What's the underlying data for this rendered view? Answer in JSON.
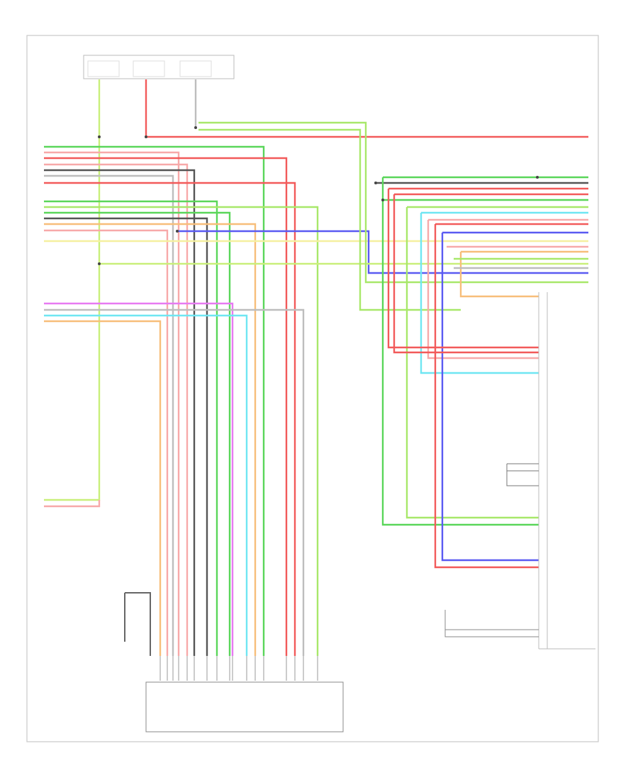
{
  "diagram": {
    "page_label": "",
    "connectors": [
      {
        "name": "top-fuse-left",
        "label": ""
      },
      {
        "name": "top-fuse-middle",
        "label": ""
      },
      {
        "name": "top-fuse-right",
        "label": ""
      },
      {
        "name": "display-unit",
        "label": ""
      },
      {
        "name": "bluetooth-control-unit",
        "label": ""
      },
      {
        "name": "bluetooth-antenna",
        "label": ""
      },
      {
        "name": "gps-antenna",
        "label": ""
      }
    ],
    "wire_colors": {
      "red": "#f25a5a",
      "pink": "#f7a9a9",
      "green": "#5ad65a",
      "light_green": "#a8e86a",
      "yellow_green": "#c9ef7a",
      "blue": "#5a5af2",
      "light_blue": "#6fe6f2",
      "violet": "#e77af2",
      "orange": "#f7be7a",
      "gray": "#bdbdbd",
      "dark_gray": "#555555",
      "yellow": "#f5f0a0"
    }
  }
}
